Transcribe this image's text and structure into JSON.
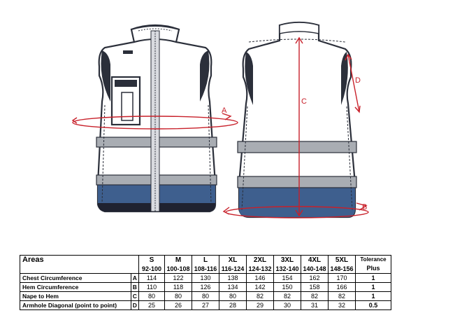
{
  "measure_labels": {
    "a": "A",
    "b": "B",
    "c": "C",
    "d": "D"
  },
  "table": {
    "areas_header": "Areas",
    "sizes": [
      {
        "name": "S",
        "range": "92-100"
      },
      {
        "name": "M",
        "range": "100-108"
      },
      {
        "name": "L",
        "range": "108-116"
      },
      {
        "name": "XL",
        "range": "116-124"
      },
      {
        "name": "2XL",
        "range": "124-132"
      },
      {
        "name": "3XL",
        "range": "132-140"
      },
      {
        "name": "4XL",
        "range": "140-148"
      },
      {
        "name": "5XL",
        "range": "148-156"
      }
    ],
    "tolerance_header": {
      "line1": "Tolerance",
      "line2": "Plus"
    },
    "rows": [
      {
        "label": "Chest Circumference",
        "letter": "A",
        "values": [
          "114",
          "122",
          "130",
          "138",
          "146",
          "154",
          "162",
          "170"
        ],
        "tolerance": "1"
      },
      {
        "label": "Hem Circumference",
        "letter": "B",
        "values": [
          "110",
          "118",
          "126",
          "134",
          "142",
          "150",
          "158",
          "166"
        ],
        "tolerance": "1"
      },
      {
        "label": "Nape to Hem",
        "letter": "C",
        "values": [
          "80",
          "80",
          "80",
          "80",
          "82",
          "82",
          "82",
          "82"
        ],
        "tolerance": "1"
      },
      {
        "label": "Armhole Diagonal (point to point)",
        "letter": "D",
        "values": [
          "25",
          "26",
          "27",
          "28",
          "29",
          "30",
          "31",
          "32"
        ],
        "tolerance": "0.5"
      }
    ]
  },
  "colors": {
    "vest_white": "#ffffff",
    "outline": "#2b2f3a",
    "reflective": "#a9adb3",
    "navy": "#3e5f8e",
    "hem": "#1f2230",
    "measure": "#c8202a"
  }
}
